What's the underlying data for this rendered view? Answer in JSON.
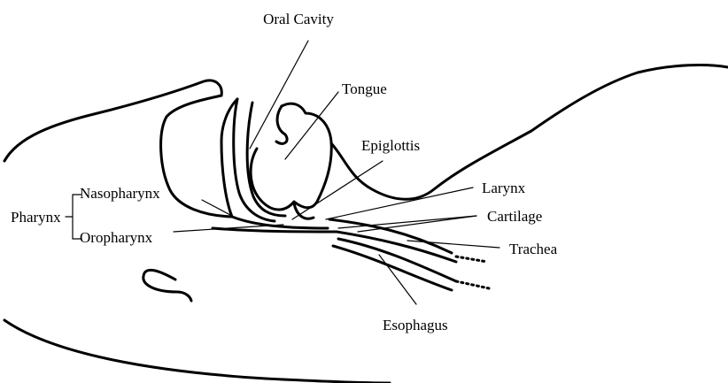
{
  "diagram": {
    "labels": {
      "oral_cavity": "Oral Cavity",
      "tongue": "Tongue",
      "epiglottis": "Epiglottis",
      "larynx": "Larynx",
      "cartilage": "Cartilage",
      "trachea": "Trachea",
      "esophagus": "Esophagus",
      "pharynx": "Pharynx",
      "nasopharynx": "Nasopharynx",
      "oropharynx": "Oropharynx"
    },
    "colors": {
      "stroke": "#000000",
      "background": "#ffffff"
    }
  }
}
